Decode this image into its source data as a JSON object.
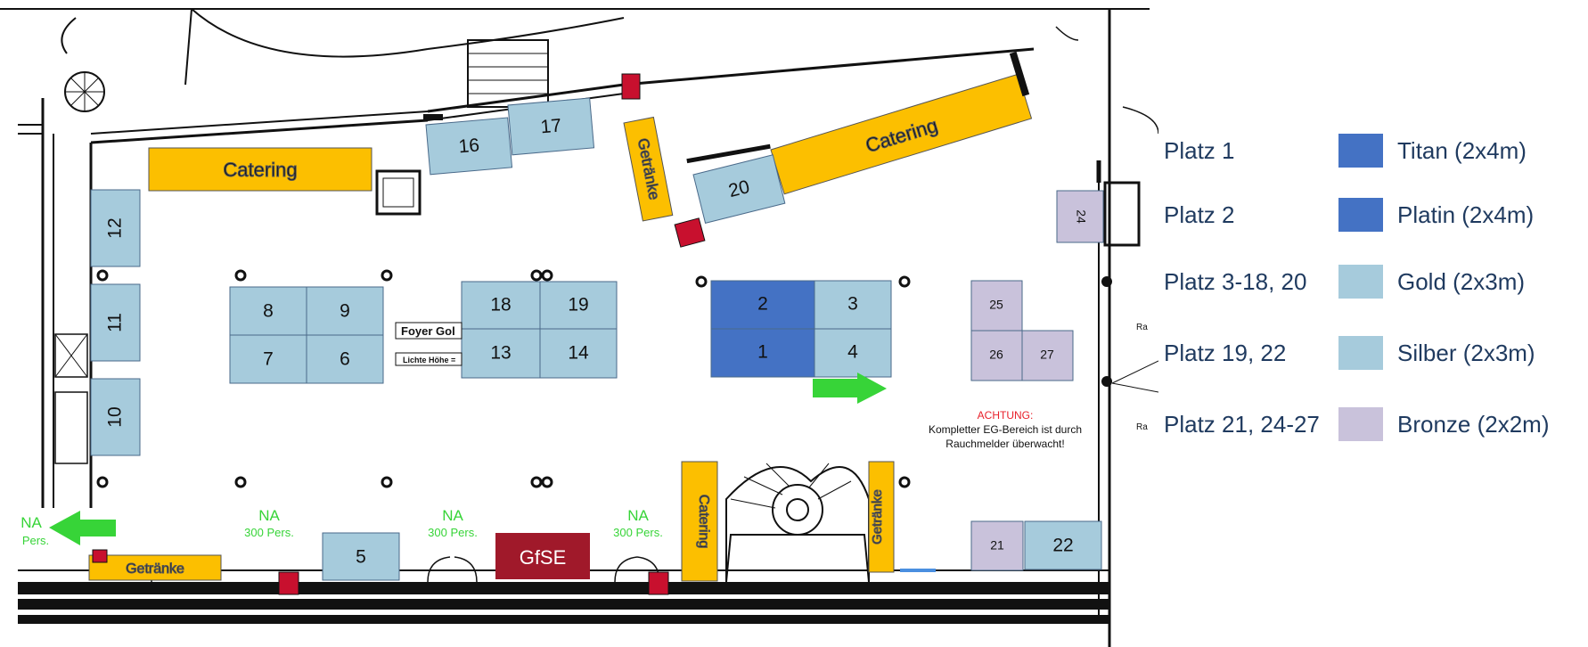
{
  "colors": {
    "titan": "#4472c4",
    "gold": "#a6cbdc",
    "bronze": "#c9c2db",
    "catering": "#fcbf00",
    "gfse": "#a0192a",
    "exit": "#37d438",
    "alert": "#e8202a"
  },
  "stands": {
    "s1": "1",
    "s2": "2",
    "s3": "3",
    "s4": "4",
    "s5": "5",
    "s6": "6",
    "s7": "7",
    "s8": "8",
    "s9": "9",
    "s10": "10",
    "s11": "11",
    "s12": "12",
    "s13": "13",
    "s14": "14",
    "s16": "16",
    "s17": "17",
    "s18": "18",
    "s19": "19",
    "s20": "20",
    "s21": "21",
    "s22": "22",
    "s24": "24",
    "s25": "25",
    "s26": "26",
    "s27": "27"
  },
  "areas": {
    "catering": "Catering",
    "getraenke": "Getränke",
    "gfse": "GfSE"
  },
  "notes": {
    "foyer": "Foyer Gol",
    "lichte": "Lichte Höhe =",
    "achtung": "ACHTUNG:",
    "warning_line1": "Kompletter EG-Bereich ist durch",
    "warning_line2": "Rauchmelder überwacht!",
    "na": "NA",
    "pers": "300 Pers.",
    "na_partial": "NA",
    "pers_partial": "Pers.",
    "ra": "Ra"
  },
  "legend": [
    {
      "place": "Platz 1",
      "level": "Titan (2x4m)",
      "color": "#4472c4"
    },
    {
      "place": "Platz 2",
      "level": "Platin (2x4m)",
      "color": "#4472c4"
    },
    {
      "place": "Platz 3-18, 20",
      "level": "Gold (2x3m)",
      "color": "#a6cbdc"
    },
    {
      "place": "Platz 19, 22",
      "level": "Silber (2x3m)",
      "color": "#a6cbdc"
    },
    {
      "place": "Platz 21, 24-27",
      "level": "Bronze (2x2m)",
      "color": "#c9c2db"
    }
  ]
}
